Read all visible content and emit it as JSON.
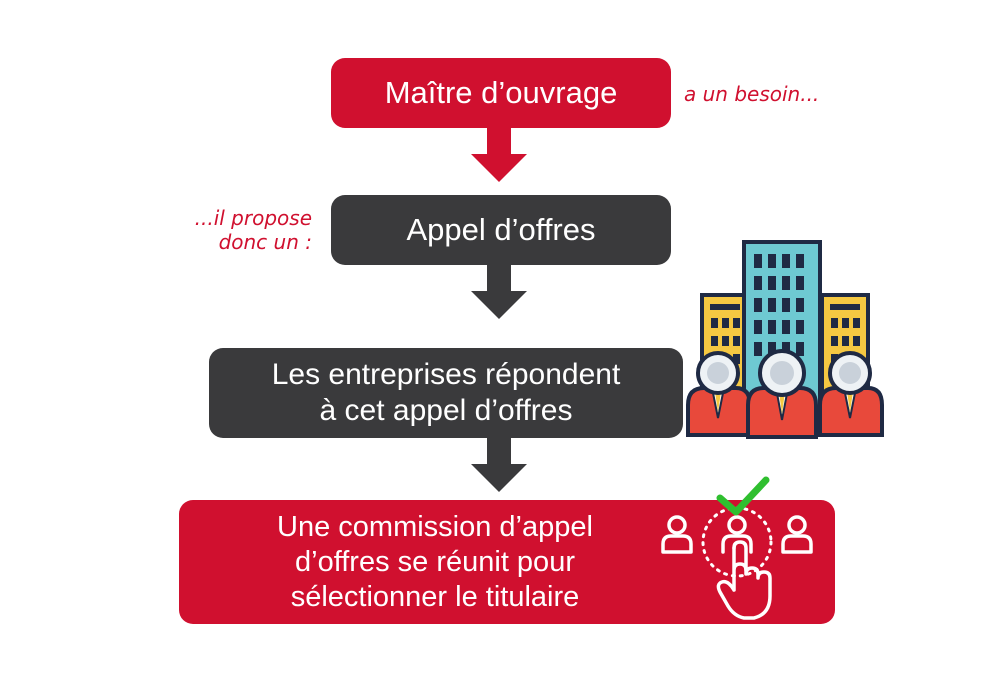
{
  "steps": {
    "step1": {
      "label": "Maître d’ouvrage"
    },
    "step2": {
      "label": "Appel d’offres"
    },
    "step3": {
      "lines": [
        "Les entreprises répondent",
        "à cet appel d’offres"
      ]
    },
    "step4": {
      "lines": [
        "Une commission d’appel",
        "d’offres se réunit pour",
        "sélectionner le titulaire"
      ]
    }
  },
  "notes": {
    "besoin": "a un besoin...",
    "propose": [
      "...il propose",
      "donc un :"
    ]
  },
  "colors": {
    "accent_red": "#d0102f",
    "dark_gray": "#3a3a3c",
    "check_green": "#2fbf2f"
  },
  "icons": [
    "buildings-icon",
    "business-people-icon",
    "selection-hand-icon",
    "checkmark-icon",
    "person-outline-icon"
  ]
}
